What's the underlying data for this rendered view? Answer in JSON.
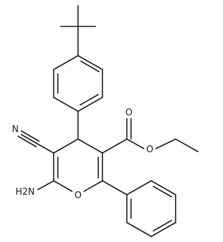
{
  "molecule": {
    "atoms": {
      "nitrile_n": "N",
      "amine": "H2N",
      "ring_o": "O",
      "carbonyl_o": "O",
      "ester_o": "O"
    }
  }
}
